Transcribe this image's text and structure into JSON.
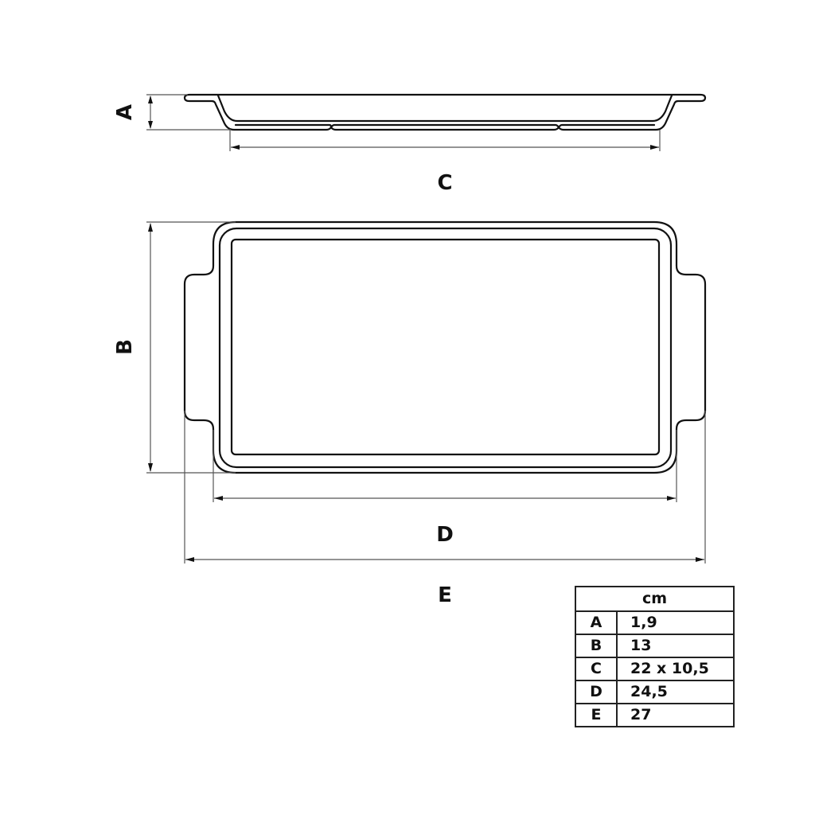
{
  "diagram": {
    "type": "technical dimension drawing",
    "subject": "rectangular tray with handles",
    "views": [
      "side-view",
      "top-view"
    ],
    "labels": {
      "A": "A",
      "B": "B",
      "C": "C",
      "D": "D",
      "E": "E"
    }
  },
  "table": {
    "unit_header": "cm",
    "rows": [
      {
        "key": "A",
        "value": "1,9"
      },
      {
        "key": "B",
        "value": "13"
      },
      {
        "key": "C",
        "value": "22 x 10,5"
      },
      {
        "key": "D",
        "value": "24,5"
      },
      {
        "key": "E",
        "value": "27"
      }
    ]
  },
  "colors": {
    "line": "#111111",
    "dimension_line": "#555555",
    "background": "#ffffff"
  }
}
